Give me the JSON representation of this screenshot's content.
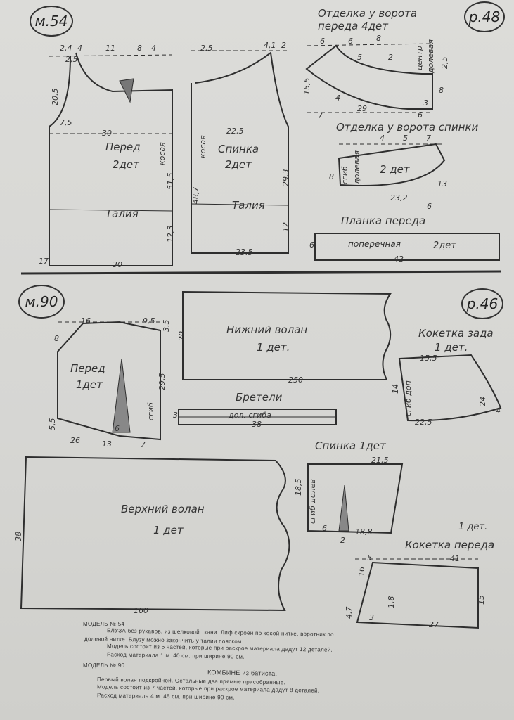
{
  "model54": {
    "badge": "м.54",
    "size": "р.48",
    "front": {
      "title": "Перед",
      "count": "2дет",
      "waist": "Талия",
      "bias": "косая",
      "n": [
        "2,4",
        "4",
        "11",
        "8",
        "4",
        "2,5",
        "20,5",
        "7,5",
        "30",
        "51,5",
        "12,3",
        "30",
        "17"
      ]
    },
    "back": {
      "title": "Спинка",
      "count": "2дет",
      "waist": "Талия",
      "bias": "косая",
      "n": [
        "2,5",
        "4,1",
        "2",
        "22,5",
        "48,7",
        "29,3",
        "12",
        "23,5"
      ]
    },
    "collar_front": {
      "title": "Отделка у ворота",
      "subtitle": "переда   4дет",
      "center": "центр",
      "grain": "долевая",
      "n": [
        "6",
        "6",
        "8",
        "5",
        "2",
        "15,5",
        "4",
        "29",
        "7",
        "6",
        "3",
        "8",
        "2,5"
      ]
    },
    "collar_back": {
      "title": "Отделка у ворота спинки",
      "count": "2 дет",
      "fold": "сгиб",
      "grain": "долевая",
      "n": [
        "4",
        "5",
        "7",
        "8",
        "23,2",
        "6",
        "13"
      ]
    },
    "placket": {
      "title": "Планка переда",
      "grain": "поперечная",
      "count": "2дет",
      "n": [
        "6",
        "42"
      ]
    }
  },
  "model90": {
    "badge": "м.90",
    "size": "р.46",
    "front": {
      "title": "Перед",
      "count": "1дет",
      "fold": "сгиб",
      "n": [
        "16",
        "9,5",
        "3,5",
        "8",
        "29,5",
        "5,5",
        "26",
        "13",
        "6",
        "7"
      ]
    },
    "lower_flounce": {
      "title": "Нижний волан",
      "count": "1 дет.",
      "n": [
        "20",
        "250"
      ]
    },
    "straps": {
      "title": "Бретели",
      "grain": "дол. сгиба",
      "n": [
        "38",
        "3"
      ]
    },
    "upper_flounce": {
      "title": "Верхний волан",
      "count": "1 дет",
      "n": [
        "38",
        "160"
      ]
    },
    "back_yoke": {
      "title": "Кокетка зада",
      "count": "1 дет.",
      "fold": "сгиб доп",
      "n": [
        "15,5",
        "14",
        "22,5",
        "24",
        "4"
      ]
    },
    "back": {
      "title": "Спинка 1дет",
      "fold": "сгиб долев",
      "n": [
        "21,5",
        "18,5",
        "6",
        "18,8",
        "2"
      ]
    },
    "front_yoke": {
      "title": "Кокетка переда",
      "count": "1 дет.",
      "n": [
        "5",
        "41",
        "16",
        "4,7",
        "3",
        "1,8",
        "27",
        "15"
      ]
    }
  },
  "text": {
    "model54_heading": "МОДЕЛЬ № 54",
    "model54_lines": [
      "БЛУЗА без рукавов, из шелковой ткани. Лиф скроен по косой нитке, воротник по",
      "долевой нитке. Блузу можно закончить у талии пояском.",
      "Модель состоит из 5 частей, которые при раскрое материала дадут 12 деталей.",
      "Расход материала 1 м. 40 см. при ширине 90 см."
    ],
    "model90_heading": "МОДЕЛЬ № 90",
    "model90_title": "КОМБИНЕ из батиста.",
    "model90_lines": [
      "Первый волан подкройной. Остальные два прямые присобранные.",
      "Модель состоит из 7 частей, которые при раскрое материала дадут 8 деталей.",
      "Расход материала 4 м. 45 см. при ширине 90 см."
    ]
  }
}
